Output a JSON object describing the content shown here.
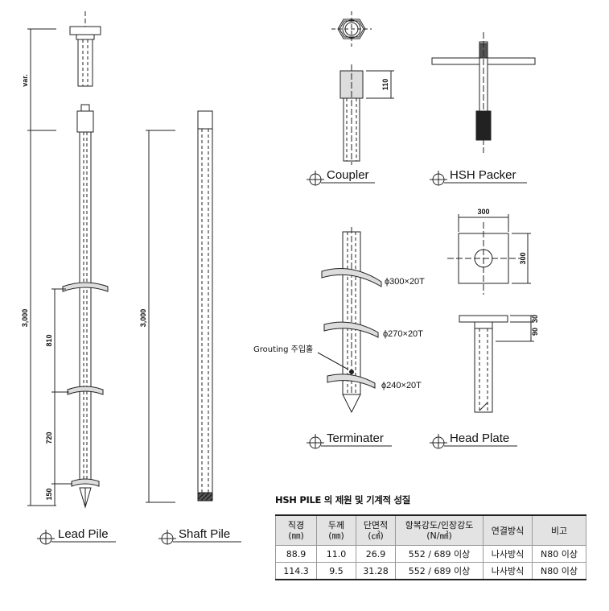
{
  "labels": {
    "lead_pile": "Lead  Pile",
    "shaft_pile": "Shaft  Pile",
    "coupler": "Coupler",
    "hsh_packer": "HSH  Packer",
    "terminater": "Terminater",
    "head_plate": "Head  Plate"
  },
  "dimensions": {
    "var": "var.",
    "lead_length": "3,000",
    "lead_810": "810",
    "lead_720": "720",
    "lead_150": "150",
    "shaft_length": "3,000",
    "coupler_110": "110",
    "plate_width": "300",
    "plate_height": "300",
    "plate_90": "90",
    "plate_30": "30"
  },
  "helix_specs": [
    "ϕ300×20T",
    "ϕ270×20T",
    "ϕ240×20T"
  ],
  "grouting_note": "Grouting 주입홀",
  "table": {
    "title": "HSH PILE 의 제원 및 기계적 성질",
    "headers": [
      {
        "line1": "직경",
        "line2": "(㎜)"
      },
      {
        "line1": "두께",
        "line2": "(㎜)"
      },
      {
        "line1": "단면적",
        "line2": "(㎠)"
      },
      {
        "line1": "항복강도/인장강도",
        "line2": "(N/㎟)"
      },
      {
        "line1": "연결방식",
        "line2": ""
      },
      {
        "line1": "비고",
        "line2": ""
      }
    ],
    "rows": [
      [
        "88.9",
        "11.0",
        "26.9",
        "552 / 689 이상",
        "나사방식",
        "N80 이상"
      ],
      [
        "114.3",
        "9.5",
        "31.28",
        "552 / 689 이상",
        "나사방식",
        "N80 이상"
      ]
    ]
  }
}
